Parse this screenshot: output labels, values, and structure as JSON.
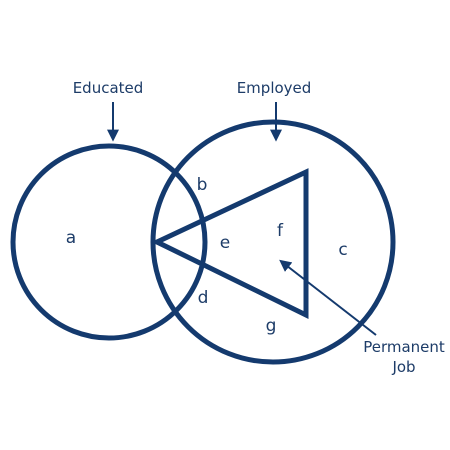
{
  "diagram": {
    "stroke_color": "#143a6e",
    "text_color": "#1d3c68",
    "sets": {
      "educated": {
        "label": "Educated"
      },
      "employed": {
        "label": "Employed"
      }
    },
    "regions": {
      "a": "a",
      "b": "b",
      "c": "c",
      "d": "d",
      "e": "e",
      "f": "f",
      "g": "g"
    },
    "callout": {
      "line1": "Permanent",
      "line2": "Job"
    }
  }
}
